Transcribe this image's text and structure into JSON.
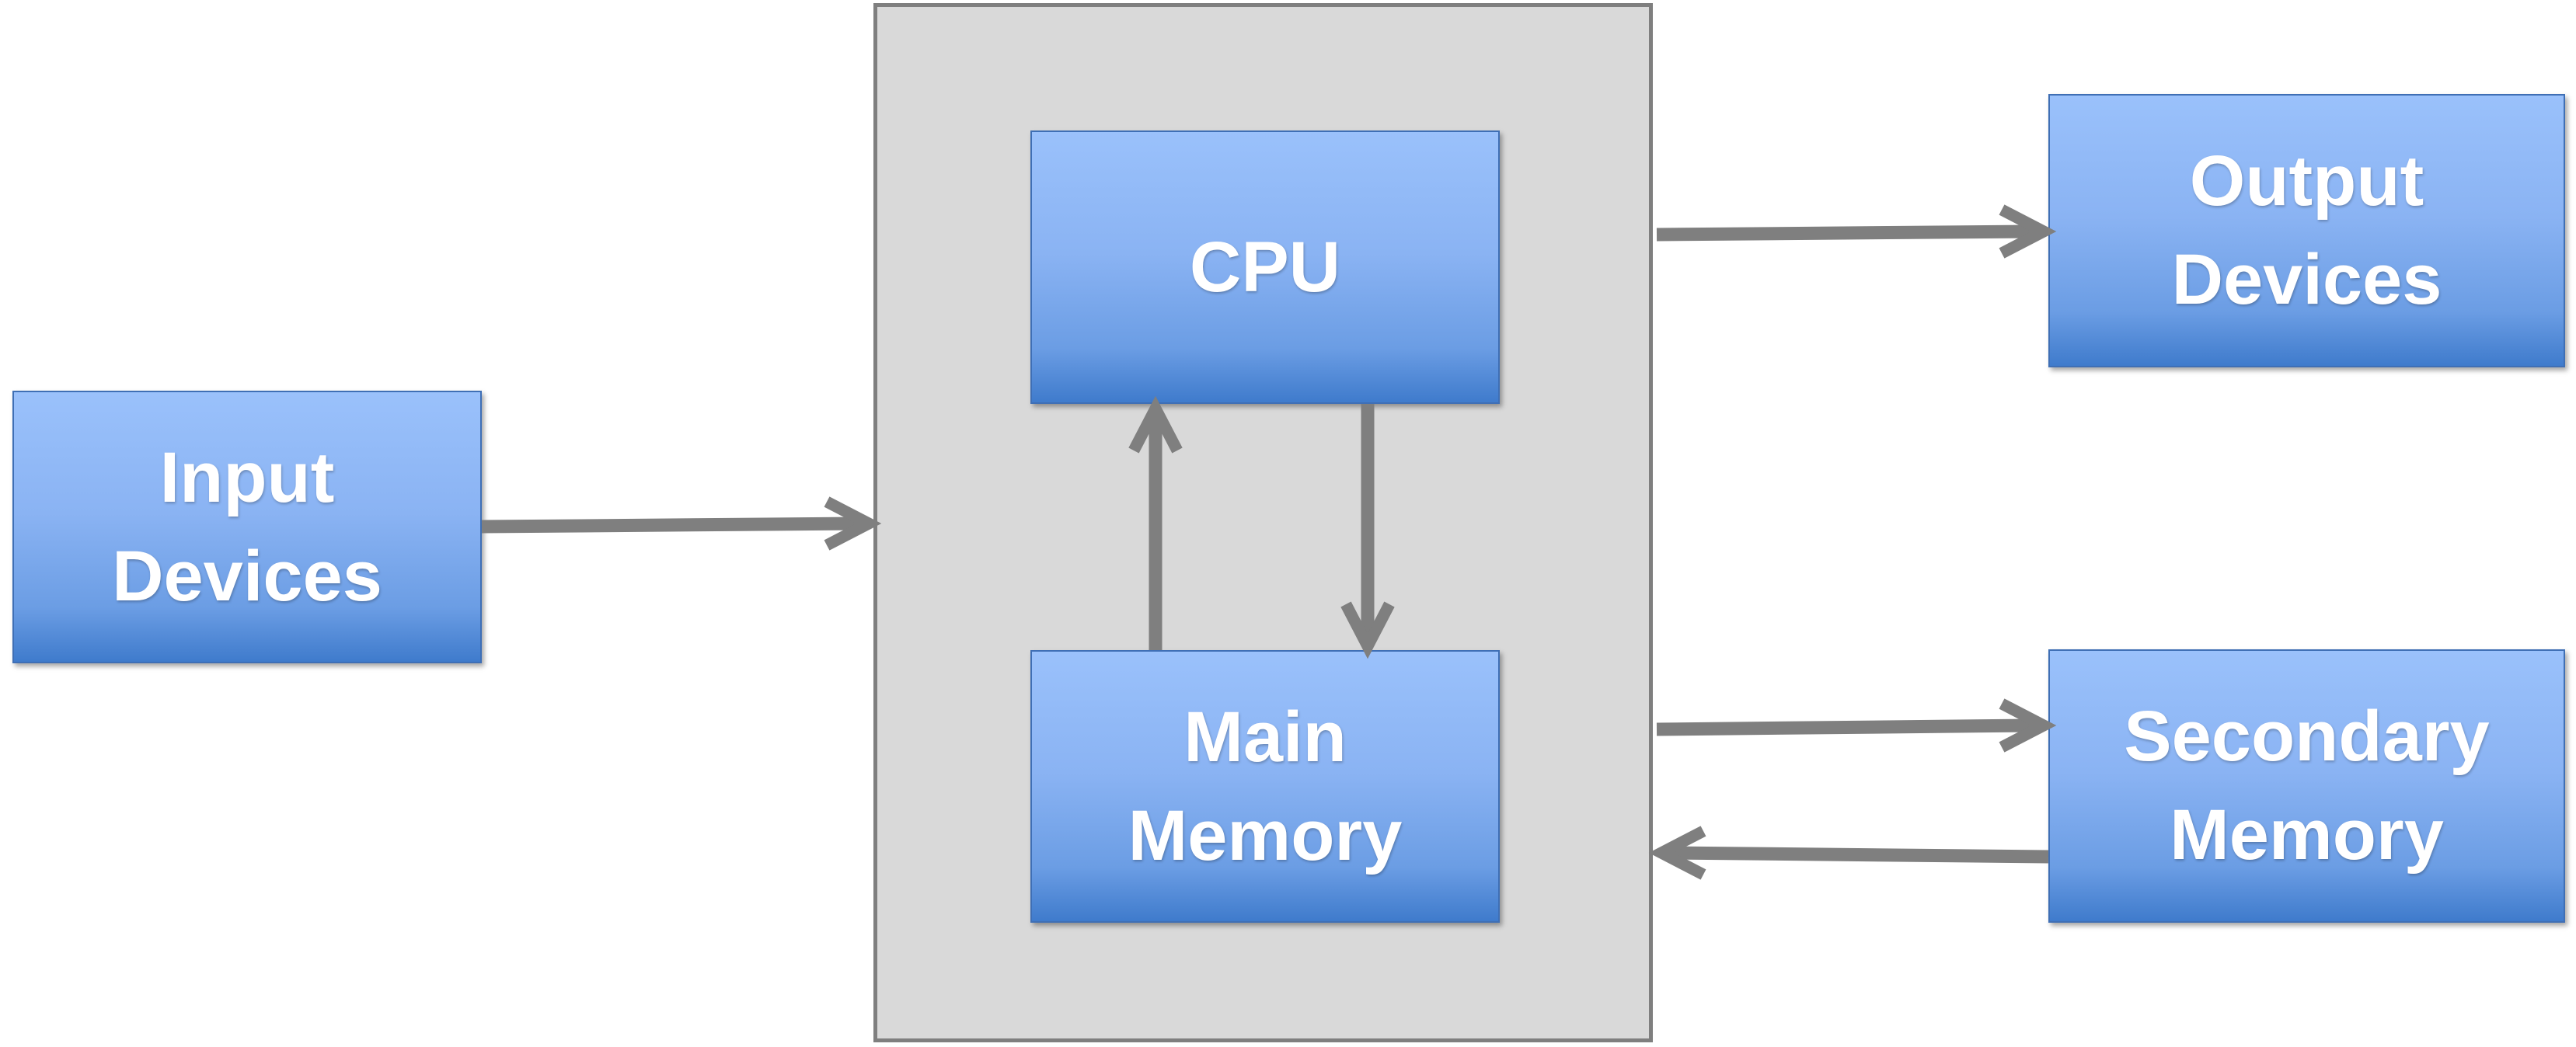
{
  "diagram": {
    "computer": {
      "cpu": {
        "label": "CPU"
      },
      "main_memory": {
        "label": "Main\nMemory"
      }
    },
    "input_devices": {
      "label": "Input\nDevices"
    },
    "output_devices": {
      "label": "Output\nDevices"
    },
    "secondary_memory": {
      "label": "Secondary\nMemory"
    }
  },
  "colors": {
    "block_fill_top": "#9ac1fb",
    "block_fill_bottom": "#3f7bcc",
    "block_text": "#ffffff",
    "computer_fill": "#d9d9d9",
    "connector": "#7f7f7f"
  }
}
